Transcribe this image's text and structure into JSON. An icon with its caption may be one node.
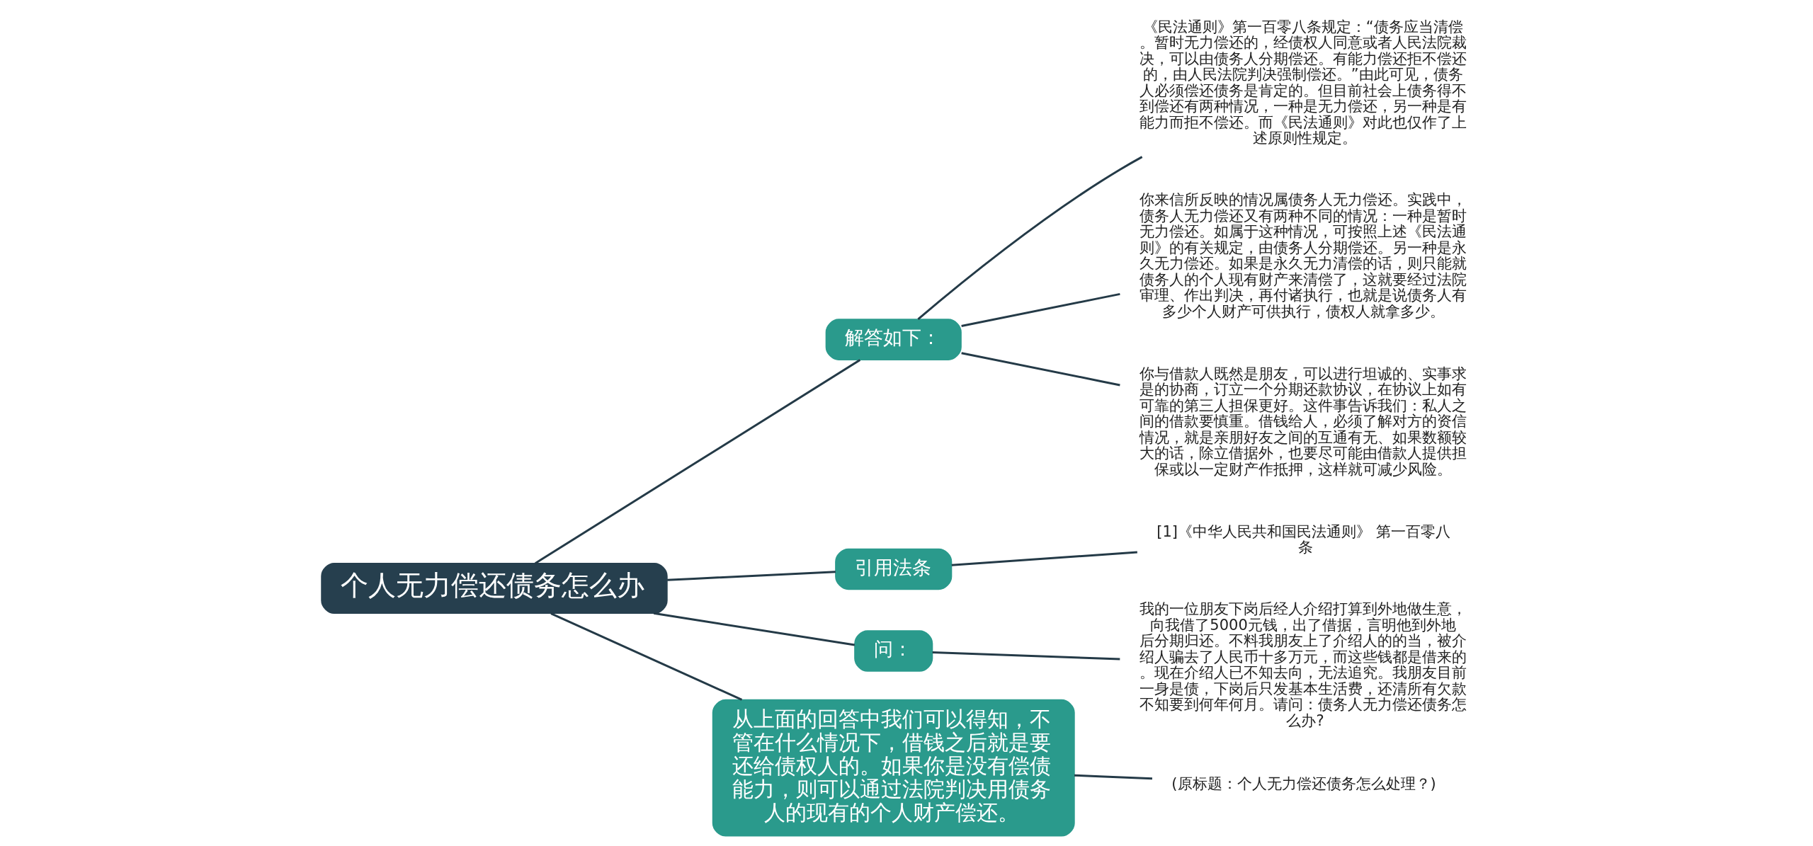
{
  "diagram": {
    "nodes": [
      {
        "text": [
          "个人无力偿还债务怎么办"
        ]
      },
      {
        "text": [
          "解答如下："
        ]
      },
      {
        "text": [
          "《民法通则》第一百零八条规定：“债务应当清偿。暂时无力偿还的，经债权人同意或者人民法院裁决，可以由债务人分期偿还。有能力偿还拒不偿还的，由人民法院判决强制偿还。”由此可见，债务人必须偿还债务是肯定的。但目前社会上债务得不到偿还有两种情况，一种是无力偿还，另一种是有能力而拒不偿还。而《民法通则》对此也仅作了上述原则性规定。"
        ]
      },
      {
        "text": [
          "你来信所反映的情况属债务人无力偿还。实践中，债务人无力偿还又有两种不同的情况：一种是暂时无力偿还。如属于这种情况，可按照上述《民法通则》的有关规定，由债务人分期偿还。另一种是永久无力偿还。如果是永久无力清偿的话，则只能就债务人的个人现有财产来清偿了，这就要经过法院审理、作出判决，再付诸执行，也就是说债务人有多少个人财产可供执行，债权人就拿多少。"
        ]
      },
      {
        "text": [
          "你与借款人既然是朋友，可以进行坦诚的、实事求是的协商，订立一个分期还款协议，在协议上如有可靠的第三人担保更好。这件事告诉我们：私人之间的借款要慎重。借钱给人，必须了解对方的资信情况，就是亲朋好友之间的互通有无、如果数额较大的话，除立借据外，也要尽可能由借款人提供担保或以一定财产作抵押，这样就可减少风险。"
        ]
      },
      {
        "text": [
          "引用法条"
        ]
      },
      {
        "text": [
          "[1]《中华人民共和国民法通则》 第一百零八条"
        ]
      },
      {
        "text": [
          "问："
        ]
      },
      {
        "text": [
          "我的一位朋友下岗后经人介绍打算到外地做生意，向我借了5000元钱，出了借据，言明他到外地后分期归还。不料我朋友上了介绍人的的当，被介绍人骗去了人民币十多万元，而这些钱都是借来的。现在介绍人已不知去向，无法追究。我朋友目前一身是债，下岗后只发基本生活费，还清所有欠款不知要到何年何月。请问：债务人无力偿还债务怎么办?"
        ]
      },
      {
        "text": [
          "从上面的回答中我们可以得知，不管在什么情况下，借钱之后就是要还给债权人的。如果你是没有偿债能力，则可以通过法院判决用债务人的现有的个人财产偿还。"
        ]
      },
      {
        "text": [
          "(原标题：个人无力偿还债务怎么处理？)"
        ]
      }
    ],
    "edges": [
      {
        "from": 0,
        "to": 1,
        "arrow": "none"
      },
      {
        "from": 1,
        "to": 2,
        "arrow": "none"
      },
      {
        "from": 1,
        "to": 3,
        "arrow": "none"
      },
      {
        "from": 1,
        "to": 4,
        "arrow": "none"
      },
      {
        "from": 0,
        "to": 5,
        "arrow": "none"
      },
      {
        "from": 5,
        "to": 6,
        "arrow": "none"
      },
      {
        "from": 0,
        "to": 7,
        "arrow": "none"
      },
      {
        "from": 7,
        "to": 8,
        "arrow": "none"
      },
      {
        "from": 0,
        "to": 9,
        "arrow": "none"
      },
      {
        "from": 9,
        "to": 10,
        "arrow": "none"
      }
    ]
  }
}
